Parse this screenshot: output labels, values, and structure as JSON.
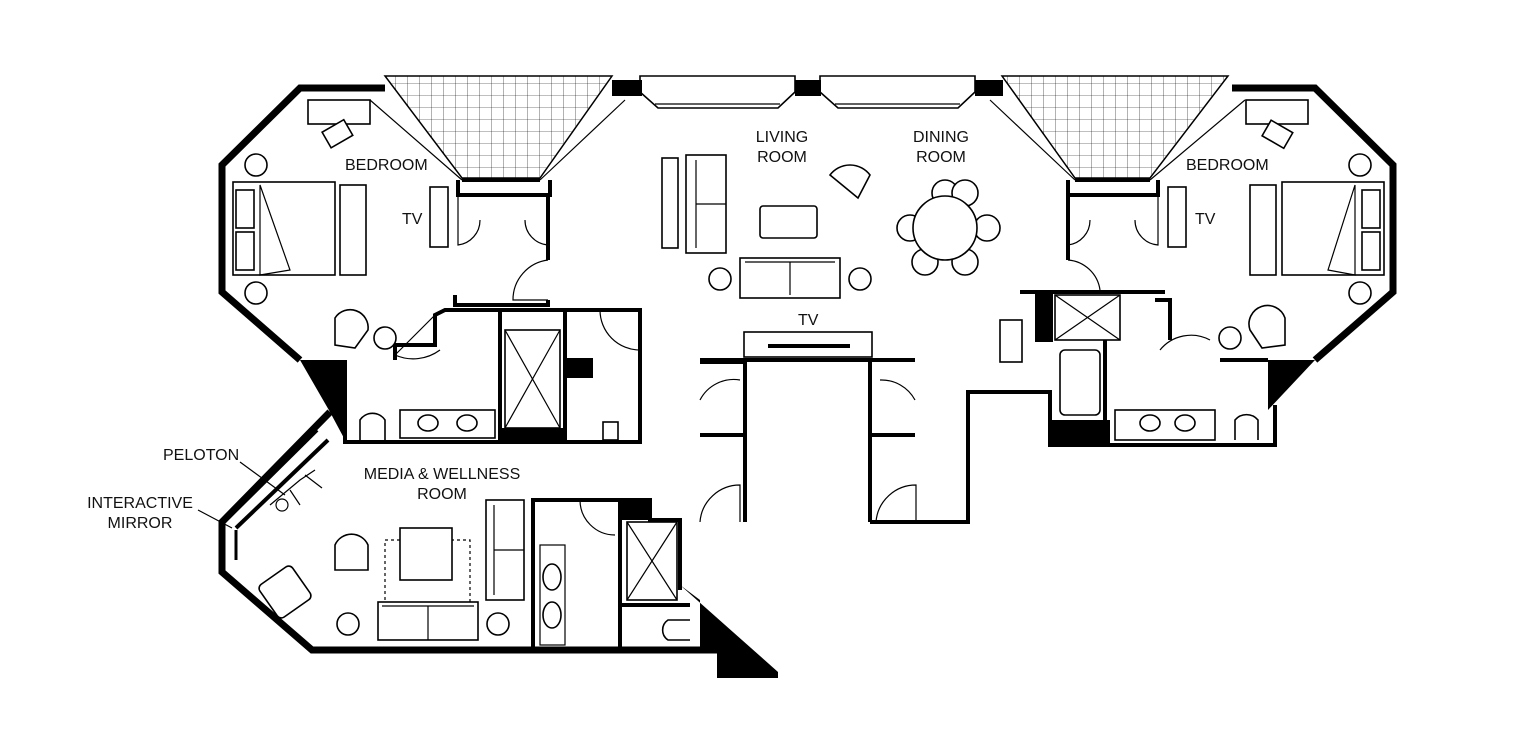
{
  "plan": {
    "rooms": {
      "bedroom_left": "BEDROOM",
      "living": [
        "LIVING",
        "ROOM"
      ],
      "dining": [
        "DINING",
        "ROOM"
      ],
      "bedroom_right": "BEDROOM",
      "media": [
        "MEDIA & WELLNESS",
        "ROOM"
      ]
    },
    "tv_labels": {
      "left": "TV",
      "center": "TV",
      "right": "TV"
    },
    "callouts": {
      "peloton": "PELOTON",
      "mirror": [
        "INTERACTIVE",
        "MIRROR"
      ]
    }
  }
}
